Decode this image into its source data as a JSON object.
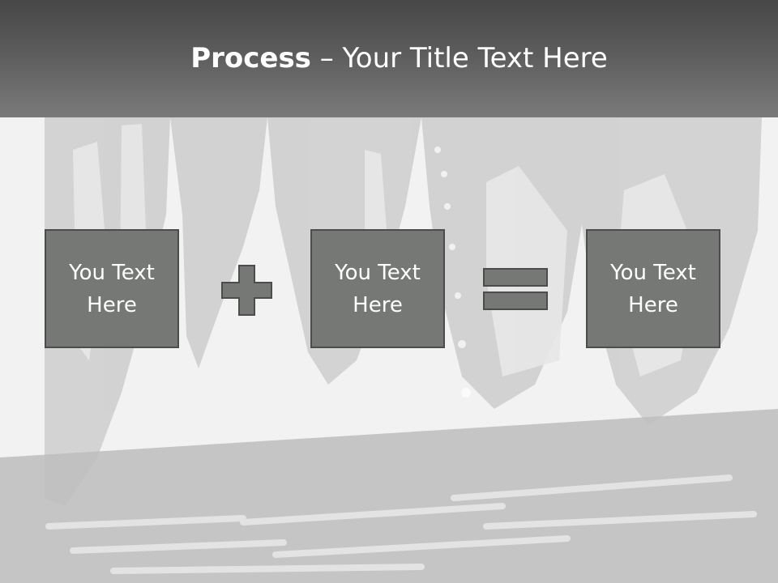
{
  "slide": {
    "title_bold": "Process",
    "title_rest": " – Your Title Text Here"
  },
  "boxes": [
    {
      "label": "You Text Here"
    },
    {
      "label": "You Text Here"
    },
    {
      "label": "You Text Here"
    }
  ],
  "colors": {
    "header_top": "#474747",
    "header_bottom": "#7a7a7a",
    "box_fill": "#767876",
    "box_border": "#4c4c4c",
    "text": "#ffffff"
  },
  "icons": {
    "operator_1": "plus-icon",
    "operator_2": "equals-icon"
  }
}
